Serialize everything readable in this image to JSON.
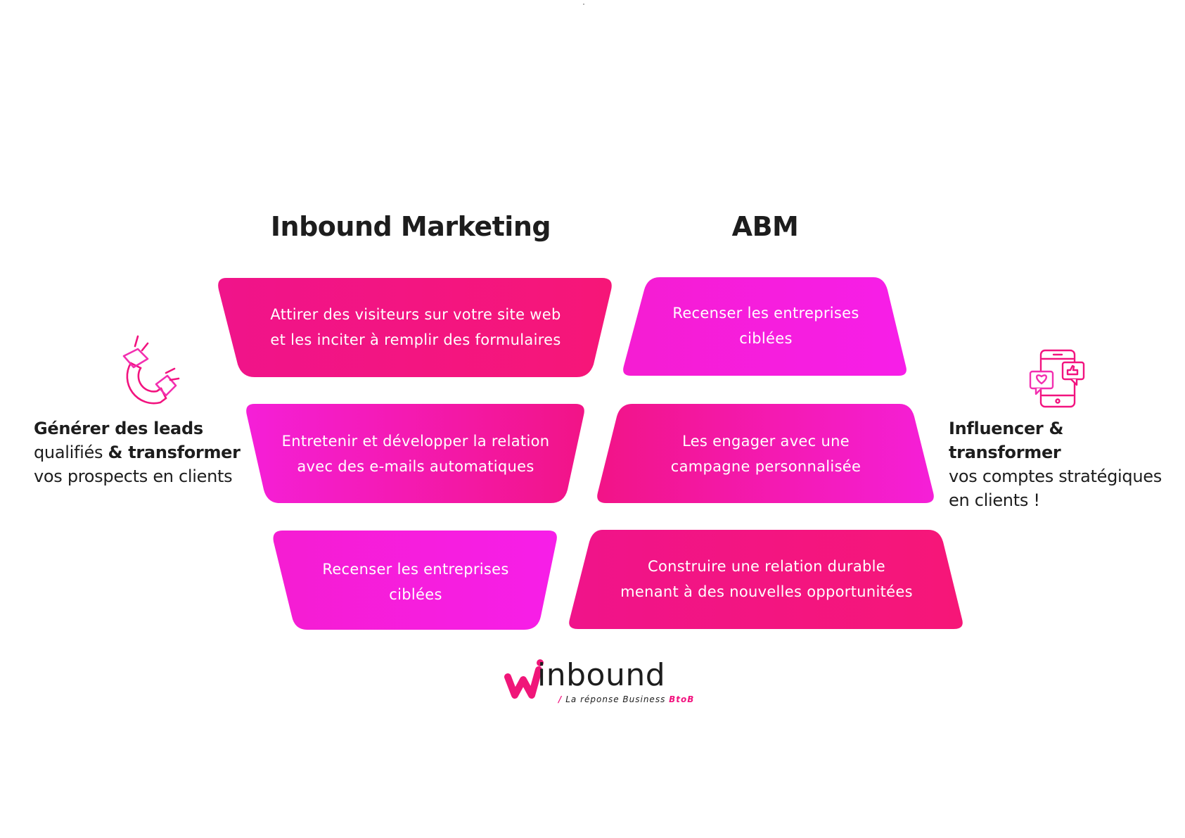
{
  "columns": {
    "inbound": {
      "title": "Inbound Marketing"
    },
    "abm": {
      "title": "ABM"
    }
  },
  "inbound_steps": [
    {
      "line1": "Attirer des visiteurs sur votre site web",
      "line2": "et les inciter à remplir des formulaires"
    },
    {
      "line1": "Entretenir et développer la relation",
      "line2": "avec des e-mails automatiques"
    },
    {
      "line1": "Recenser les entreprises",
      "line2": "ciblées"
    }
  ],
  "abm_steps": [
    {
      "line1": "Recenser les entreprises",
      "line2": "ciblées"
    },
    {
      "line1": "Les engager avec une",
      "line2": "campagne personnalisée"
    },
    {
      "line1": "Construire une relation durable",
      "line2": "menant à des nouvelles opportunitées"
    }
  ],
  "left_caption": {
    "icon": "magnet-icon",
    "line1_bold": "Générer des leads",
    "line2_regular": "qualifiés",
    "line2_bold": "& transformer",
    "line3_regular": "vos prospects en clients"
  },
  "right_caption": {
    "icon": "phone-social-icon",
    "line1_bold": "Influencer & transformer",
    "line2_regular": "vos comptes stratégiques",
    "line3_regular": "en clients !"
  },
  "logo": {
    "word": "inbound",
    "tag_slash": "/",
    "tag_text": "La réponse Business",
    "tag_accent": "BtoB"
  },
  "colors": {
    "deep_pink": "#f2137f",
    "magenta": "#f41fe0",
    "text": "#1d1d1d"
  }
}
